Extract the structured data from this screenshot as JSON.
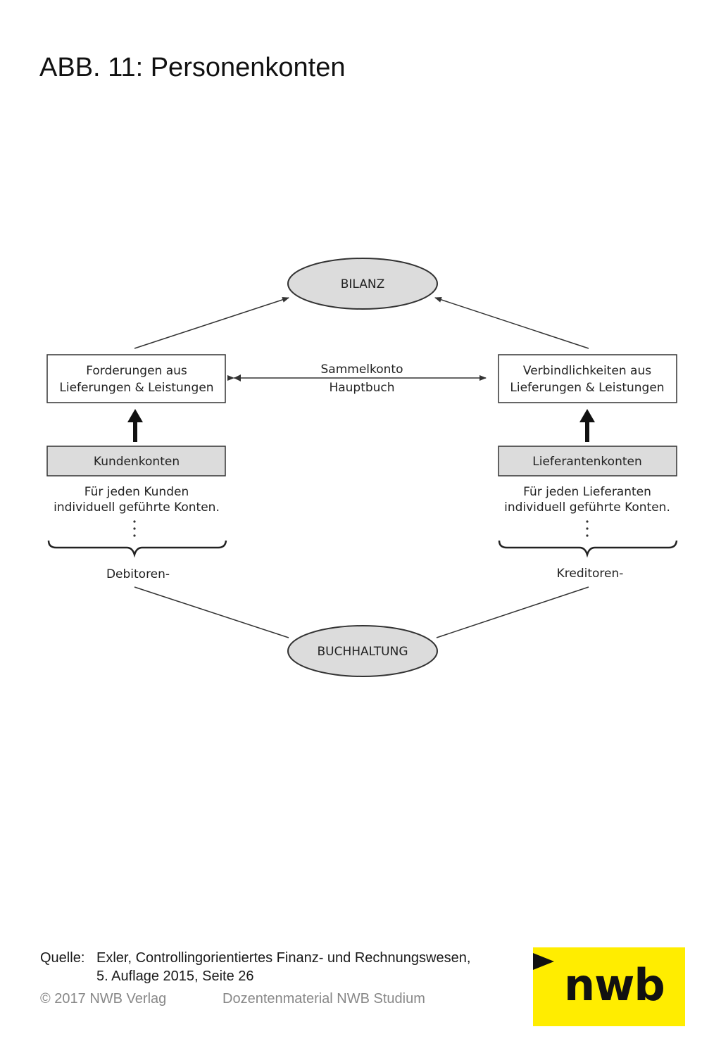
{
  "title": "ABB. 11: Personenkonten",
  "diagram": {
    "bilanz": "BILANZ",
    "buchhaltung": "BUCHHALTUNG",
    "forderungen": [
      "Forderungen aus",
      "Lieferungen & Leistungen"
    ],
    "verbindlichkeiten": [
      "Verbindlichkeiten aus",
      "Lieferungen & Leistungen"
    ],
    "sammelkonto": [
      "Sammelkonto",
      "Hauptbuch"
    ],
    "kundenkonten": "Kundenkonten",
    "lieferantenkonten": "Lieferantenkonten",
    "kunden_note": [
      "Für jeden Kunden",
      "individuell geführte Konten."
    ],
    "lieferanten_note": [
      "Für jeden Lieferanten",
      "individuell geführte Konten."
    ],
    "debitoren": "Debitoren-",
    "kreditoren": "Kreditoren-"
  },
  "footer": {
    "source_label": "Quelle:",
    "source_line1": "Exler, Controllingorientiertes Finanz- und Rechnungswesen,",
    "source_line2": "5. Auflage 2015, Seite 26",
    "copyright": "© 2017 NWB Verlag",
    "material": "Dozentenmaterial NWB Studium"
  },
  "logo": {
    "text": "nwb",
    "color": "#ffed00"
  }
}
